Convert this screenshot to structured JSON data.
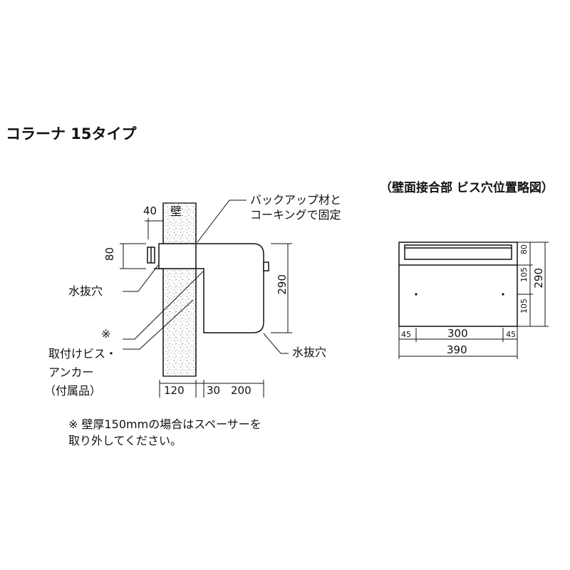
{
  "title": "コラーナ 15タイプ",
  "section_view": {
    "wall_label": "壁",
    "top_dim": "40",
    "left_dim": "80",
    "right_dim": "290",
    "bottom_dims": [
      "120",
      "30",
      "200"
    ],
    "callout_backup_line1": "バックアップ材と",
    "callout_backup_line2": "コーキングで固定",
    "callout_drain_left": "水抜穴",
    "callout_note_mark": "※",
    "callout_screw_line1": "取付けビス・",
    "callout_screw_line2": "アンカー",
    "callout_screw_line3": "（付属品）",
    "callout_drain_right": "水抜穴"
  },
  "front_view": {
    "subtitle": "（壁面接合部 ビス穴位置略図）",
    "right_dims": [
      "80",
      "105",
      "105",
      "290"
    ],
    "bottom_dims": [
      "45",
      "300",
      "45"
    ],
    "total_width": "390"
  },
  "note": {
    "line1": "※ 壁厚150mmの場合はスペーサーを",
    "line2": "取り外してください。"
  }
}
